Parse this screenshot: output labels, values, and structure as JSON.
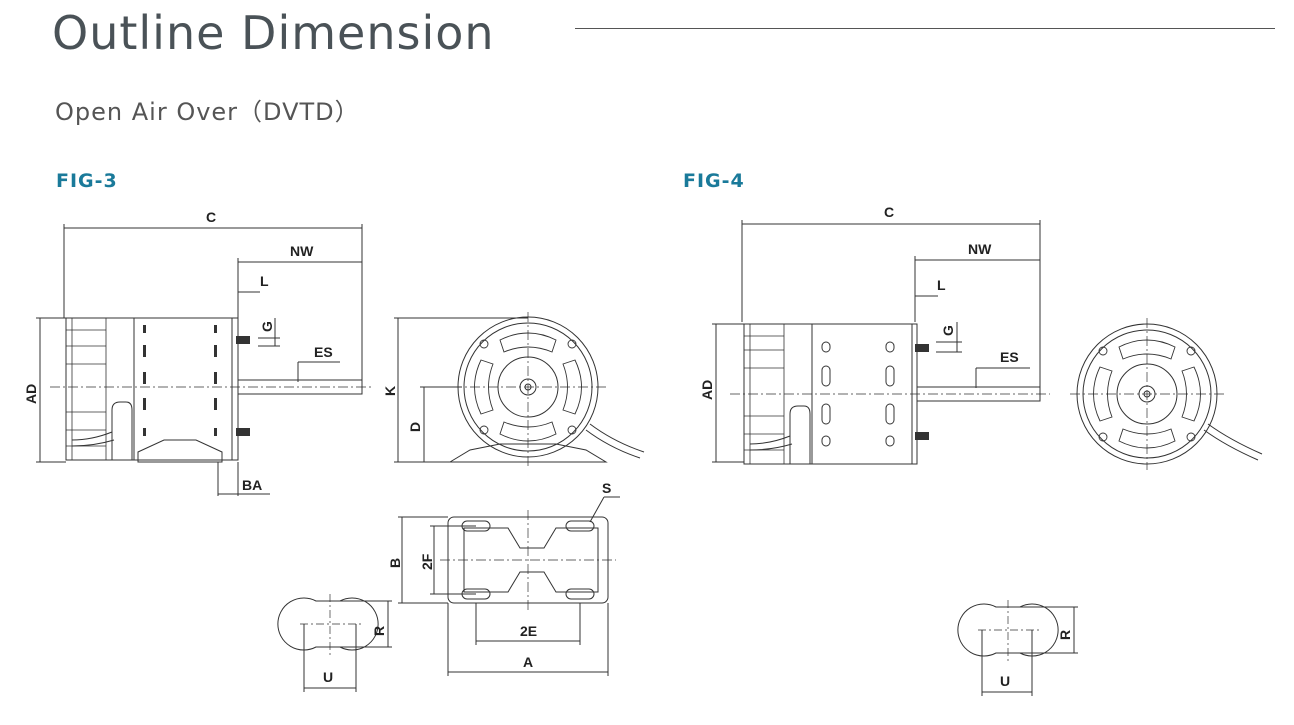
{
  "header": {
    "title": "Outline Dimension",
    "subtitle": "Open Air Over（DVTD）"
  },
  "fig3": {
    "label": "FIG-3",
    "dims": {
      "C": "C",
      "NW": "NW",
      "L": "L",
      "G": "G",
      "ES": "ES",
      "AD": "AD",
      "BA": "BA",
      "K": "K",
      "D": "D",
      "S": "S",
      "B": "B",
      "F2": "2F",
      "E2": "2E",
      "A": "A",
      "R": "R",
      "U": "U"
    }
  },
  "fig4": {
    "label": "FIG-4",
    "dims": {
      "C": "C",
      "NW": "NW",
      "L": "L",
      "G": "G",
      "ES": "ES",
      "AD": "AD",
      "R": "R",
      "U": "U"
    }
  },
  "colors": {
    "fig_label": "#1a7a9a",
    "title": "#4a5257",
    "line": "#333333"
  }
}
